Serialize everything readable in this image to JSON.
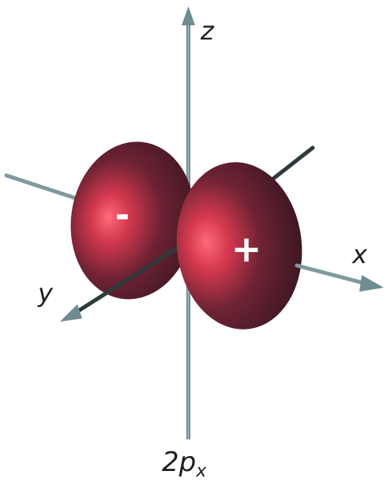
{
  "axes": {
    "x_label": "x",
    "y_label": "y",
    "z_label": "z"
  },
  "lobes": {
    "left_sign": "-",
    "right_sign": "+"
  },
  "caption": {
    "main": "2p",
    "subscript": "x"
  },
  "colors": {
    "axis_stroke": "#7e9a9e",
    "axis_dark": "#2e3a3c",
    "lobe_glow": "#ff5a6a",
    "lobe_mid": "#8a2a3c",
    "lobe_dark": "#3d1722",
    "background": "#ffffff"
  },
  "icons": {
    "x_arrow": "arrowhead-icon",
    "y_arrow": "arrowhead-icon",
    "z_arrow": "arrowhead-icon"
  }
}
